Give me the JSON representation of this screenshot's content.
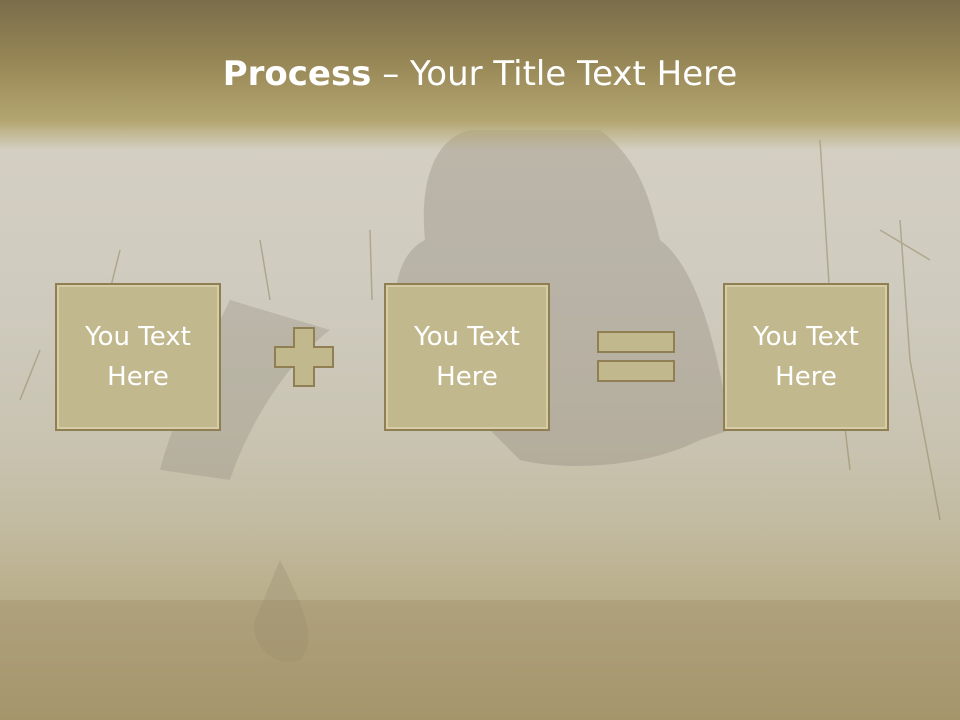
{
  "slide": {
    "title_bold": "Process",
    "title_rest": " – Your Title Text Here",
    "boxes": [
      {
        "label": "You Text\nHere"
      },
      {
        "label": "You Text\nHere"
      },
      {
        "label": "You Text\nHere"
      }
    ],
    "operators": [
      "plus-icon",
      "equals-icon"
    ],
    "colors": {
      "title_band": "#968656",
      "box_fill": "#c2b88e",
      "box_border": "#8f7f52",
      "text": "#ffffff"
    }
  }
}
